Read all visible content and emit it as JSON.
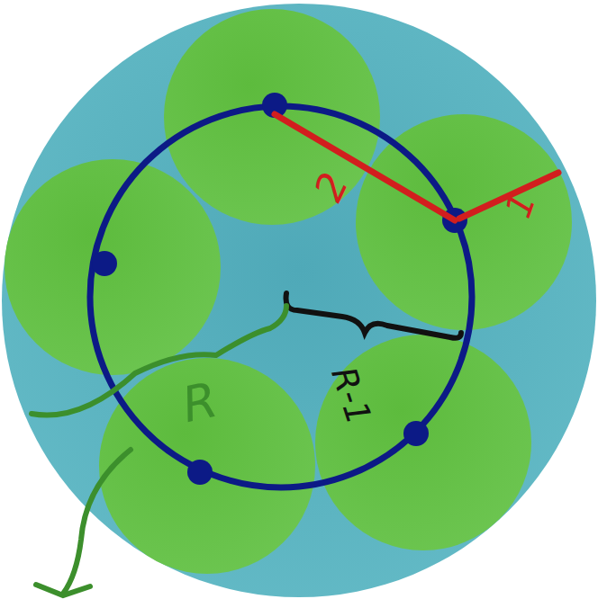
{
  "diagram": {
    "labels": [
      "2",
      "1",
      "R-1",
      "R"
    ]
  }
}
